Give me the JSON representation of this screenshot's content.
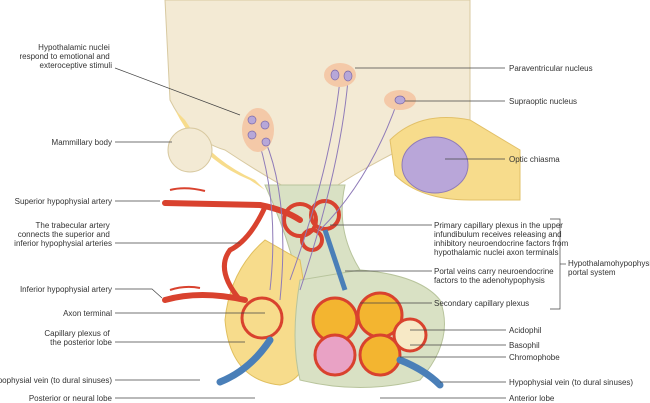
{
  "colors": {
    "brain": "#f3ead4",
    "pituitary_yellow": "#f7dc8c",
    "anterior_green": "#d9e1c4",
    "artery": "#d9422e",
    "vein": "#4a7fb8",
    "nucleus": "#b7a7d8",
    "chiasma": "#b9a6d9"
  },
  "labels_left": {
    "hypothalamic_nuclei": [
      "Hypothalamic nuclei",
      "respond to emotional and",
      "exteroceptive stimuli"
    ],
    "mammillary_body": "Mammillary body",
    "superior_artery": "Superior hypophysial artery",
    "trabecular_artery": [
      "The trabecular artery",
      "connects the superior and",
      "inferior hypophysial arteries"
    ],
    "inferior_artery": "Inferior hypophysial artery",
    "axon_terminal": "Axon terminal",
    "capillary_posterior": [
      "Capillary plexus of",
      "the posterior lobe"
    ],
    "vein_left": "Hypophysial vein (to dural sinuses)",
    "posterior_lobe": "Posterior or neural lobe"
  },
  "labels_right": {
    "paraventricular": "Paraventricular nucleus",
    "supraoptic": "Supraoptic nucleus",
    "optic_chiasma": "Optic chiasma",
    "primary_plexus": [
      "Primary capillary plexus in the upper",
      "infundibulum receives releasing and",
      "inhibitory neuroendocrine factors from",
      "hypothalamic nuclei axon terminals"
    ],
    "portal_veins": [
      "Portal veins carry neuroendocrine",
      "factors to the adenohypophysis"
    ],
    "secondary_plexus": "Secondary capillary plexus",
    "portal_system": [
      "Hypothalamohypophysial",
      "portal system"
    ],
    "acidophil": "Acidophil",
    "basophil": "Basophil",
    "chromophobe": "Chromophobe",
    "vein_right": "Hypophysial vein (to dural sinuses)",
    "anterior_lobe": "Anterior lobe"
  }
}
